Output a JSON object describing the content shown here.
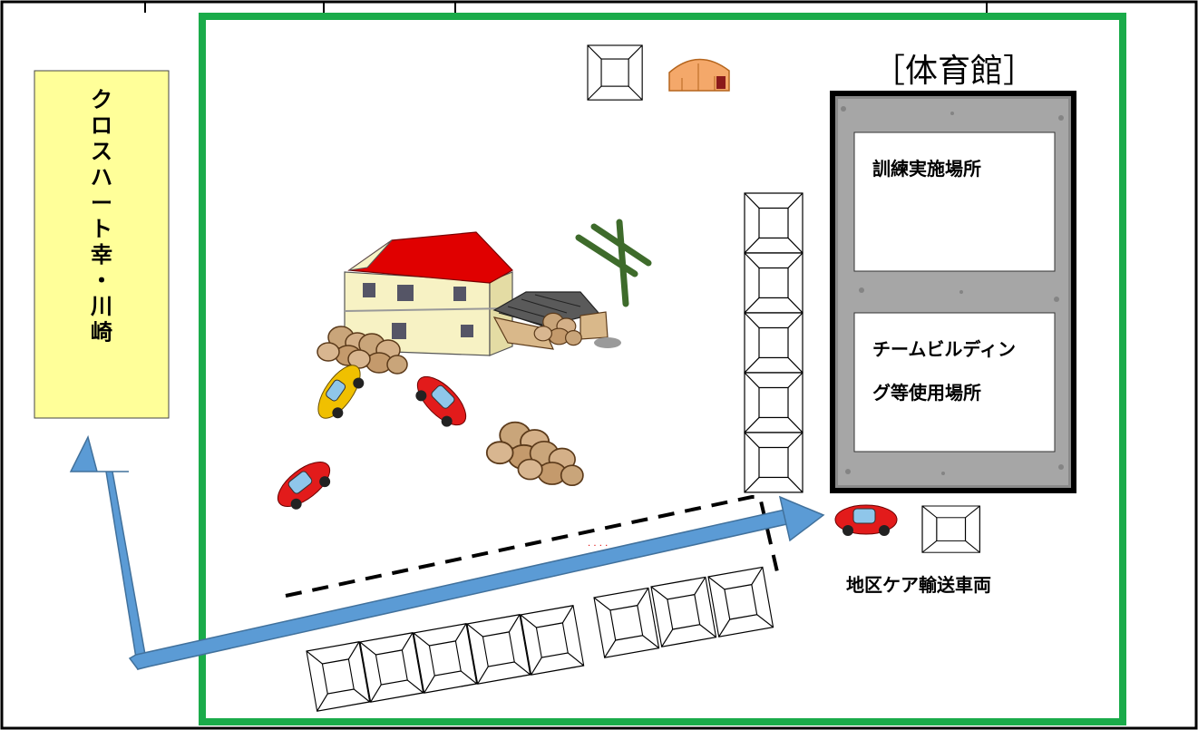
{
  "left_building": {
    "label": "クロスハート幸・川崎"
  },
  "gym": {
    "title": "［体育館］",
    "areas": [
      {
        "lines": [
          "訓練実施場所"
        ]
      },
      {
        "lines": [
          "チームビルディン",
          "グ等使用場所"
        ]
      }
    ]
  },
  "vehicle": {
    "label": "地区ケア輸送車両"
  },
  "colors": {
    "site_border": "#1aab4a",
    "yellow_box": "#ffff99",
    "arrow": "#5b9bd5",
    "roof": "#e00000",
    "car": "#e21b1b",
    "taxi": "#f0c000",
    "pole": "#3e6b2b"
  }
}
